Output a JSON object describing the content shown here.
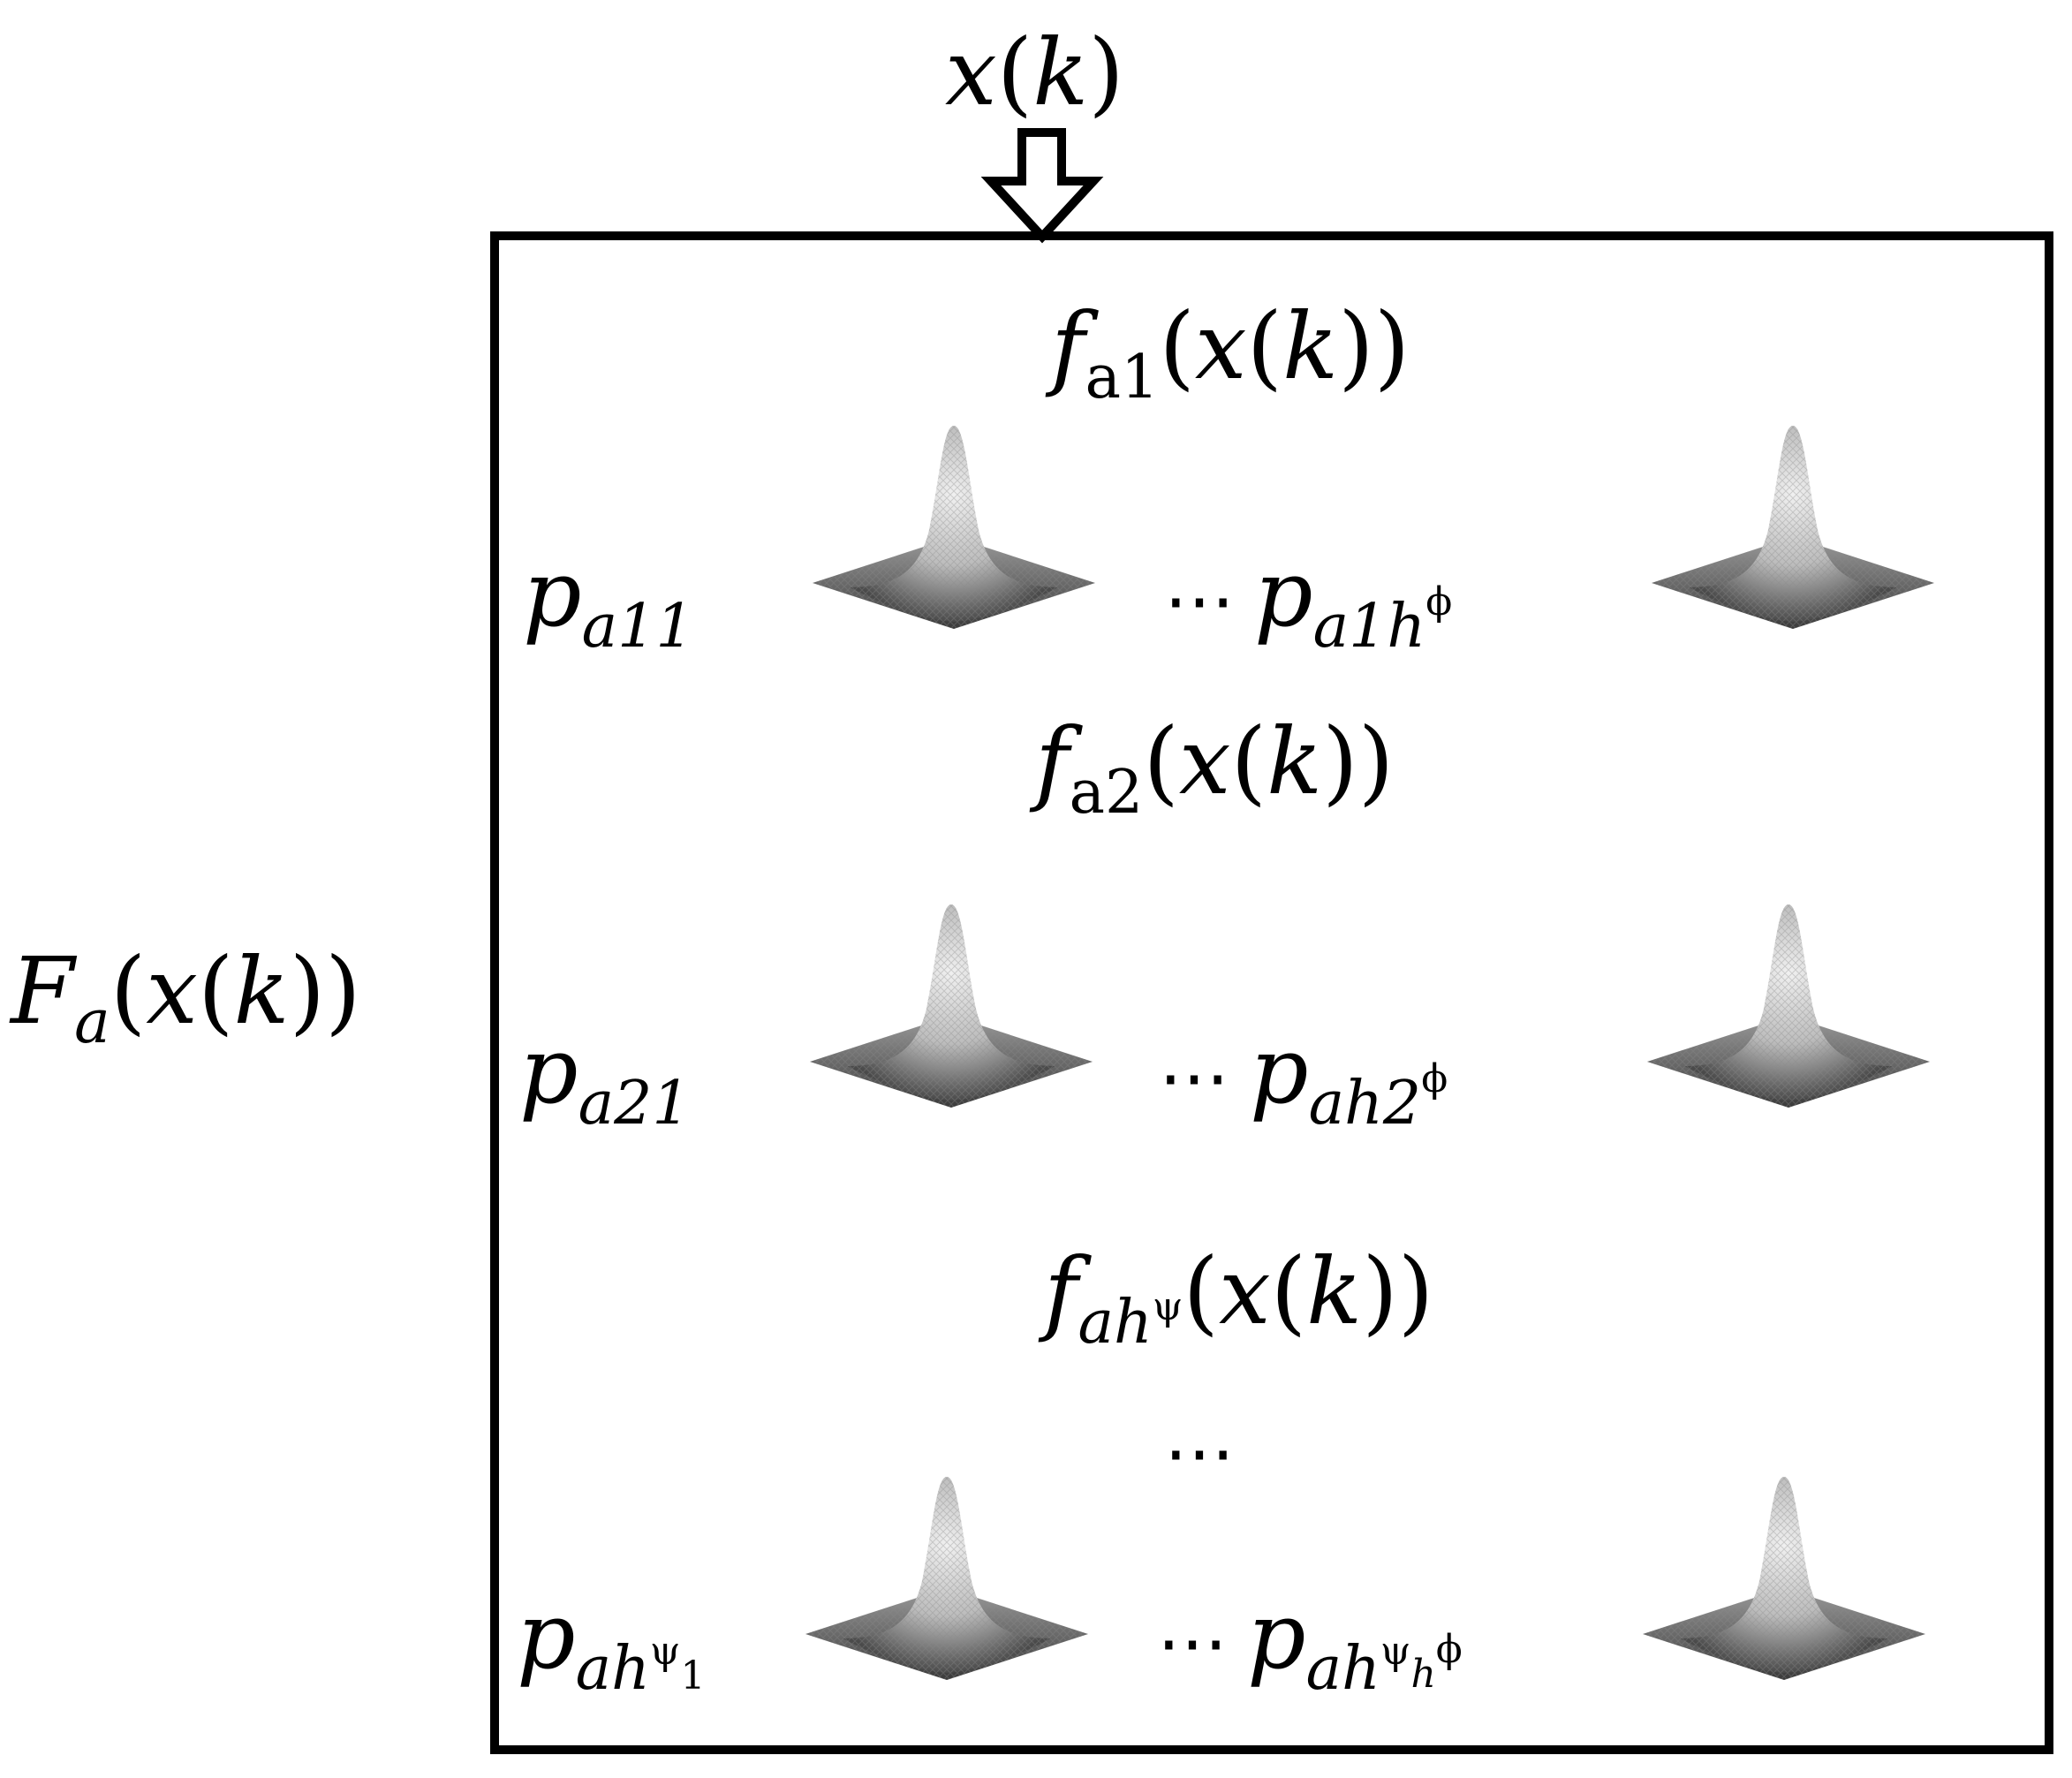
{
  "input": {
    "var": "x",
    "lp": "(",
    "arg": "k",
    "rp": ")"
  },
  "outer": {
    "F": "F",
    "sub": "a",
    "open": "(",
    "x": "x",
    "lp": "(",
    "k": "k",
    "close": "))"
  },
  "rows": [
    {
      "f": {
        "f": "f",
        "sub": "a1",
        "sup": "",
        "tail_open": "(",
        "x": "x",
        "lp": "(",
        "k": "k",
        "close": "))"
      },
      "left": {
        "p": "p",
        "sub": "a11",
        "sup": "",
        "sub2": ""
      },
      "dots": "⋯",
      "right": {
        "p": "p",
        "sub": "a1h",
        "sup": "ϕ",
        "sub2": ""
      }
    },
    {
      "f": {
        "f": "f",
        "sub": "a2",
        "sup": "",
        "tail_open": "(",
        "x": "x",
        "lp": "(",
        "k": "k",
        "close": "))"
      },
      "left": {
        "p": "p",
        "sub": "a21",
        "sup": "",
        "sub2": ""
      },
      "dots": "⋯",
      "right": {
        "p": "p",
        "sub": "ah2",
        "sup": "ϕ",
        "sub2": ""
      }
    },
    {
      "f": {
        "f": "f",
        "sub": "ah",
        "sup": "ψ",
        "tail_open": "(",
        "x": "x",
        "lp": "(",
        "k": "k",
        "close": "))"
      },
      "left": {
        "p": "p",
        "sub": "ah",
        "sup": "ψ",
        "sub2": "1"
      },
      "dots": "⋯",
      "right": {
        "p": "p",
        "sub": "ah",
        "sup": "ψ",
        "sub2": "h",
        "sup2": "ϕ"
      }
    }
  ],
  "middle_dots": "⋯",
  "colors": {
    "stroke": "#000000",
    "peak_light": "#e6e6e6",
    "peak_dark": "#3c3c3c",
    "base": "#5a5a5a"
  }
}
